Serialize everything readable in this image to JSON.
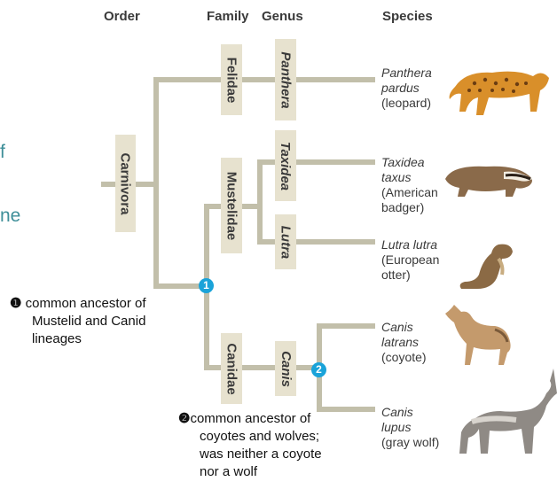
{
  "headers": {
    "order": "Order",
    "family": "Family",
    "genus": "Genus",
    "species": "Species"
  },
  "side_fragments": [
    "f",
    "ne"
  ],
  "order_label": "Carnivora",
  "families": [
    "Felidae",
    "Mustelidae",
    "Canidae"
  ],
  "genera": [
    "Panthera",
    "Taxidea",
    "Lutra",
    "Canis"
  ],
  "species": [
    {
      "sci1": "Panthera",
      "sci2": "pardus",
      "common1": "(leopard)",
      "common2": ""
    },
    {
      "sci1": "Taxidea",
      "sci2": "taxus",
      "common1": "(American",
      "common2": "badger)"
    },
    {
      "sci1": "Lutra lutra",
      "sci2": "",
      "common1": "(European",
      "common2": "otter)"
    },
    {
      "sci1": "Canis",
      "sci2": "latrans",
      "common1": "(coyote)",
      "common2": ""
    },
    {
      "sci1": "Canis",
      "sci2": "lupus",
      "common1": "(gray wolf)",
      "common2": ""
    }
  ],
  "badges": [
    "1",
    "2"
  ],
  "notes": {
    "note1": {
      "marker": "❶",
      "lines": [
        "common ancestor of",
        "Mustelid and Canid",
        "lineages"
      ]
    },
    "note2": {
      "marker": "❷",
      "lines": [
        "common ancestor of",
        "coyotes and wolves;",
        "was neither a coyote",
        "nor a wolf"
      ]
    }
  },
  "icons": [
    "leopard-icon",
    "badger-icon",
    "otter-icon",
    "coyote-icon",
    "wolf-icon"
  ],
  "colors": {
    "branch": "#c2bfaa",
    "label_bg": "#e7e2cf",
    "badge": "#1aa3d9",
    "side_text": "#3f8f99"
  }
}
